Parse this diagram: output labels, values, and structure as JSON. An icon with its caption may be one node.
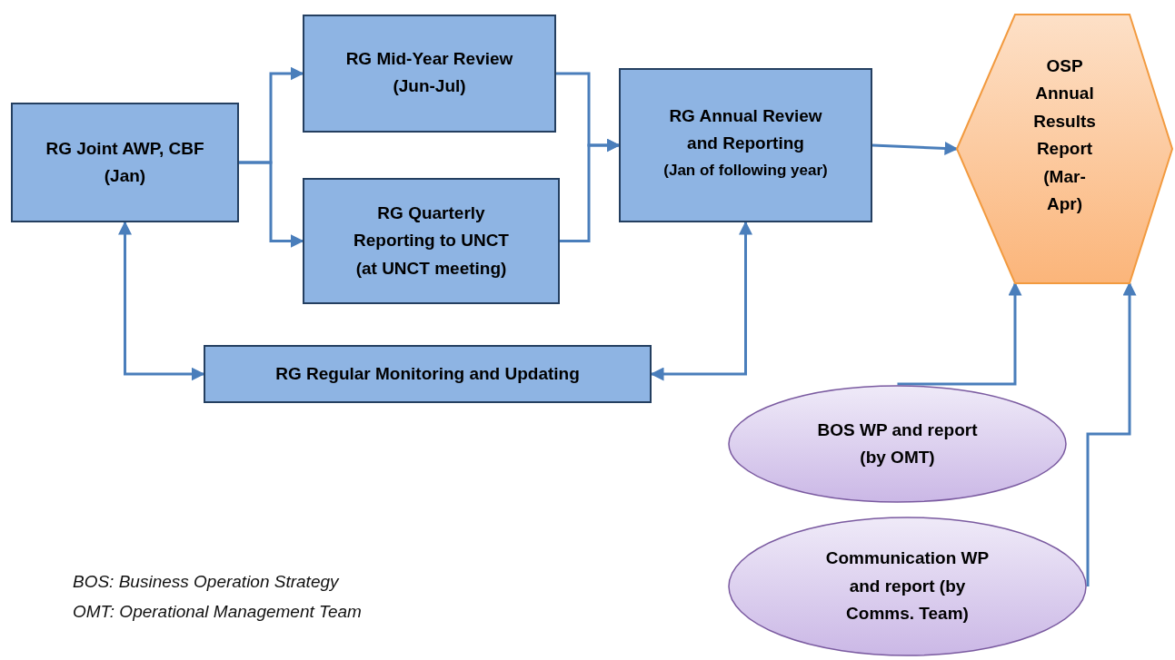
{
  "diagram": {
    "nodes": [
      {
        "text": [
          "RG Joint AWP, CBF",
          "(Jan)"
        ]
      },
      {
        "text": [
          "RG Mid-Year Review",
          "(Jun-Jul)"
        ]
      },
      {
        "text": [
          "RG Quarterly Reporting to UNCT",
          "(at UNCT meeting)"
        ]
      },
      {
        "text": [
          "RG Annual Review and Reporting",
          "(Jan of following year)"
        ]
      },
      {
        "text": [
          "OSP Annual Results Report",
          "(Mar-Apr)"
        ]
      },
      {
        "text": [
          "RG Regular Monitoring and Updating"
        ]
      },
      {
        "text": [
          "BOS WP and report (by OMT)"
        ]
      },
      {
        "text": [
          "Communication WP and report (by Comms. Team)"
        ]
      }
    ],
    "edges": [
      {
        "from": 0,
        "to": 1,
        "arrow": "to"
      },
      {
        "from": 0,
        "to": 2,
        "arrow": "to"
      },
      {
        "from": 1,
        "to": 3,
        "arrow": "to"
      },
      {
        "from": 2,
        "to": 3,
        "arrow": "to"
      },
      {
        "from": 0,
        "to": 5,
        "arrow": "both"
      },
      {
        "from": 3,
        "to": 5,
        "arrow": "both"
      },
      {
        "from": 3,
        "to": 4,
        "arrow": "to"
      },
      {
        "from": 6,
        "to": 4,
        "arrow": "to"
      },
      {
        "from": 7,
        "to": 4,
        "arrow": "to"
      }
    ],
    "labels": [
      "BOS: Business Operation Strategy",
      "OMT: Operational Management Team"
    ]
  }
}
